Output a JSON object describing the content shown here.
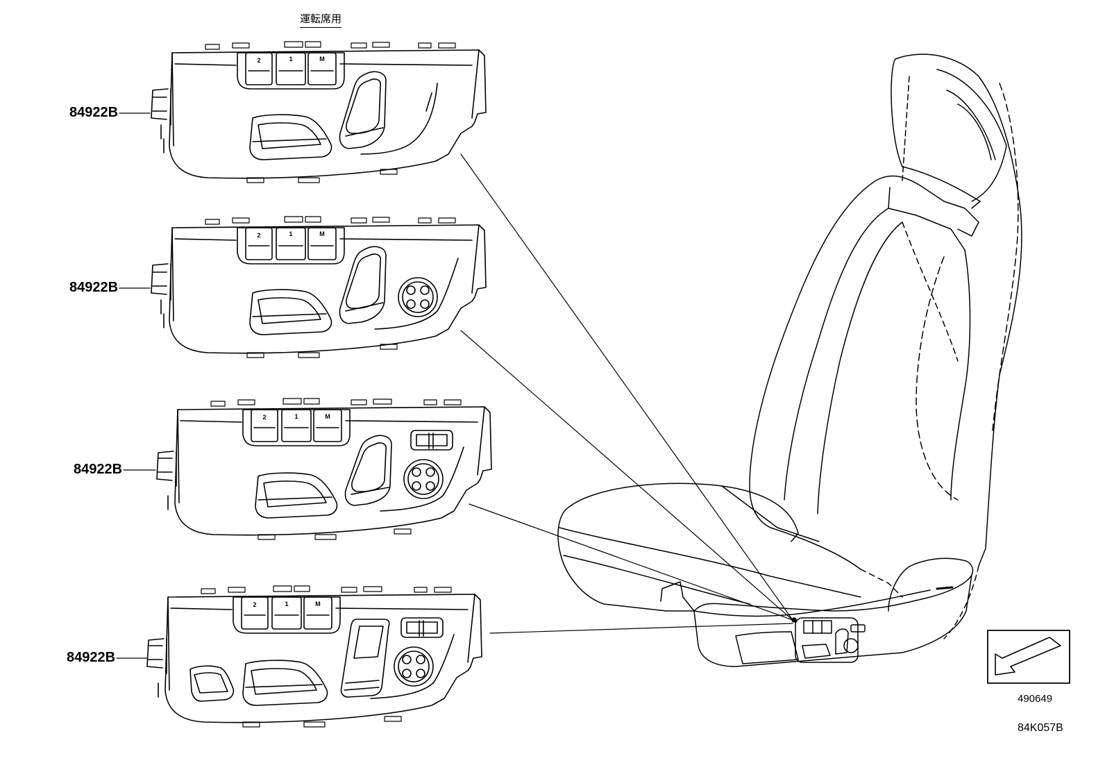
{
  "header": {
    "title": "運転席用"
  },
  "parts": [
    {
      "number": "84922B"
    },
    {
      "number": "84922B"
    },
    {
      "number": "84922B"
    },
    {
      "number": "84922B"
    }
  ],
  "memory_buttons": [
    "2",
    "1",
    "M"
  ],
  "direction_box": {
    "code": "490649"
  },
  "diagram_code": "84K057B"
}
